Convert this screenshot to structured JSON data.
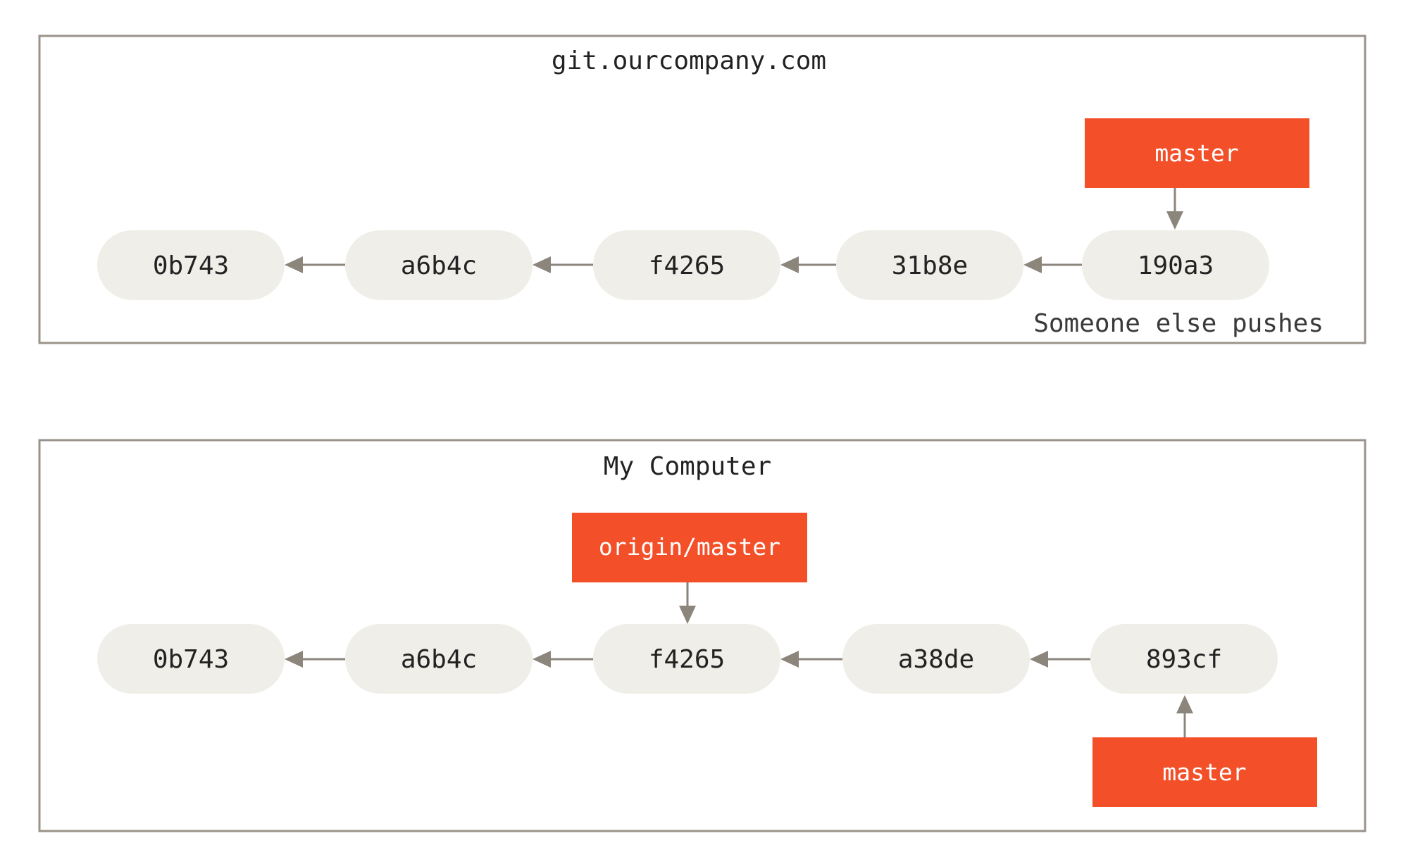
{
  "colors": {
    "branch": "#f34f29",
    "commit": "#efeee8",
    "arrow": "#8b857c",
    "border": "#9a938b"
  },
  "remote": {
    "title": "git.ourcompany.com",
    "commits": [
      "0b743",
      "a6b4c",
      "f4265",
      "31b8e",
      "190a3"
    ],
    "branch": "master",
    "note": "Someone else pushes"
  },
  "local": {
    "title": "My Computer",
    "commits": [
      "0b743",
      "a6b4c",
      "f4265",
      "a38de",
      "893cf"
    ],
    "origin_branch": "origin/master",
    "branch": "master"
  }
}
